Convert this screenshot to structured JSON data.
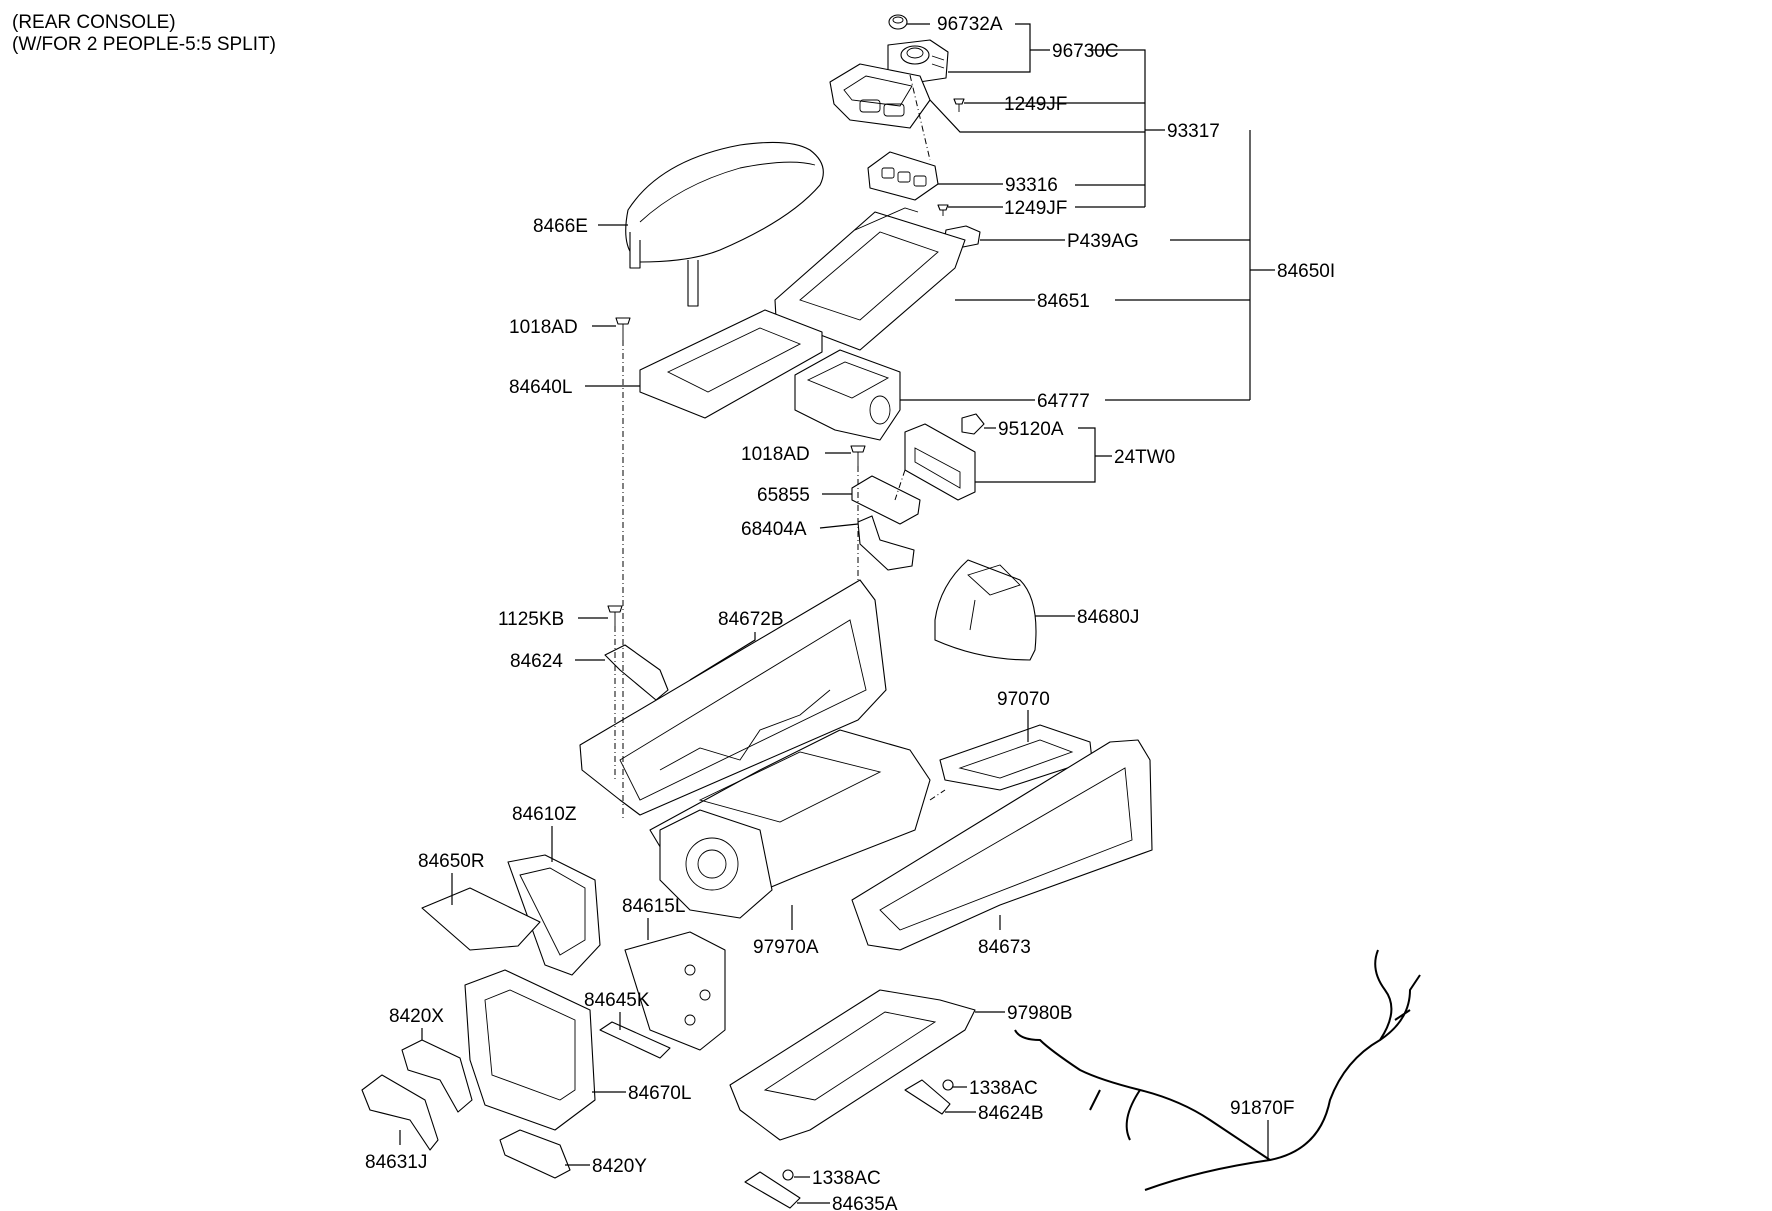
{
  "header": {
    "line1": "(REAR CONSOLE)",
    "line2": "(W/FOR 2 PEOPLE-5:5 SPLIT)"
  },
  "labels": {
    "p96732A": "96732A",
    "p96730C": "96730C",
    "p1249JF_a": "1249JF",
    "p93317": "93317",
    "p93316": "93316",
    "p1249JF_b": "1249JF",
    "p8466E": "8466E",
    "pP439AG": "P439AG",
    "p84650I": "84650I",
    "p84651": "84651",
    "p1018AD_a": "1018AD",
    "p84640L": "84640L",
    "p64777": "64777",
    "p95120A": "95120A",
    "p1018AD_b": "1018AD",
    "p24TW0": "24TW0",
    "p65855": "65855",
    "p68404A": "68404A",
    "p1125KB": "1125KB",
    "p84672B": "84672B",
    "p84680J": "84680J",
    "p84624": "84624",
    "p97070": "97070",
    "p84610Z": "84610Z",
    "p84650R": "84650R",
    "p84615L": "84615L",
    "p97970A": "97970A",
    "p84673": "84673",
    "p84645K": "84645K",
    "p8420X": "8420X",
    "p97980B": "97980B",
    "p84670L": "84670L",
    "p1338AC_a": "1338AC",
    "p84624B": "84624B",
    "p91870F": "91870F",
    "p84631J": "84631J",
    "p8420Y": "8420Y",
    "p1338AC_b": "1338AC",
    "p84635A": "84635A"
  }
}
